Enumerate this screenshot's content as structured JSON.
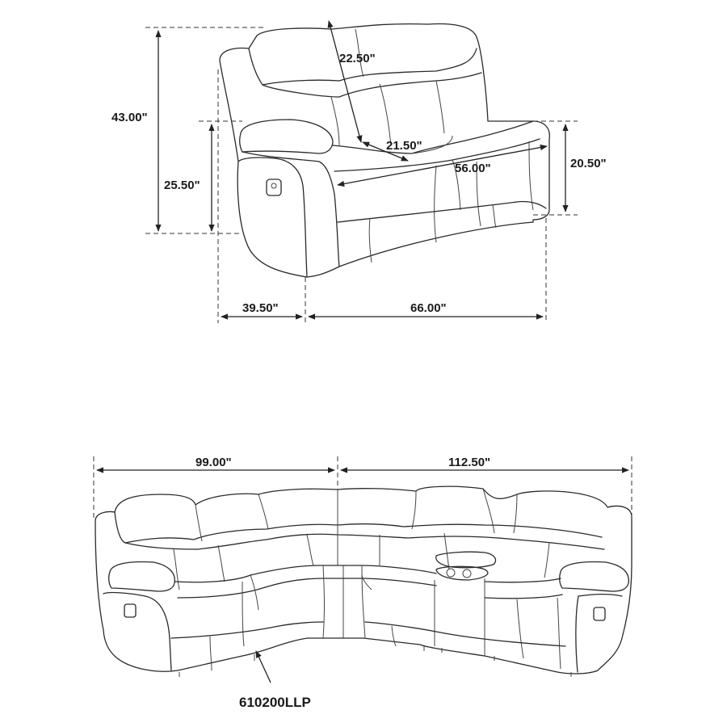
{
  "dimensions": {
    "overall_height": "43.00\"",
    "back_height": "22.50\"",
    "seat_depth": "21.50\"",
    "seat_width": "56.00\"",
    "arm_height": "25.50\"",
    "seat_height": "20.50\"",
    "overall_depth": "39.50\"",
    "overall_width": "66.00\"",
    "sectional_left_width": "99.00\"",
    "sectional_right_width": "112.50\""
  },
  "model_number": "610200LLP",
  "colors": {
    "line": "#2a2a2a",
    "background": "#ffffff"
  }
}
